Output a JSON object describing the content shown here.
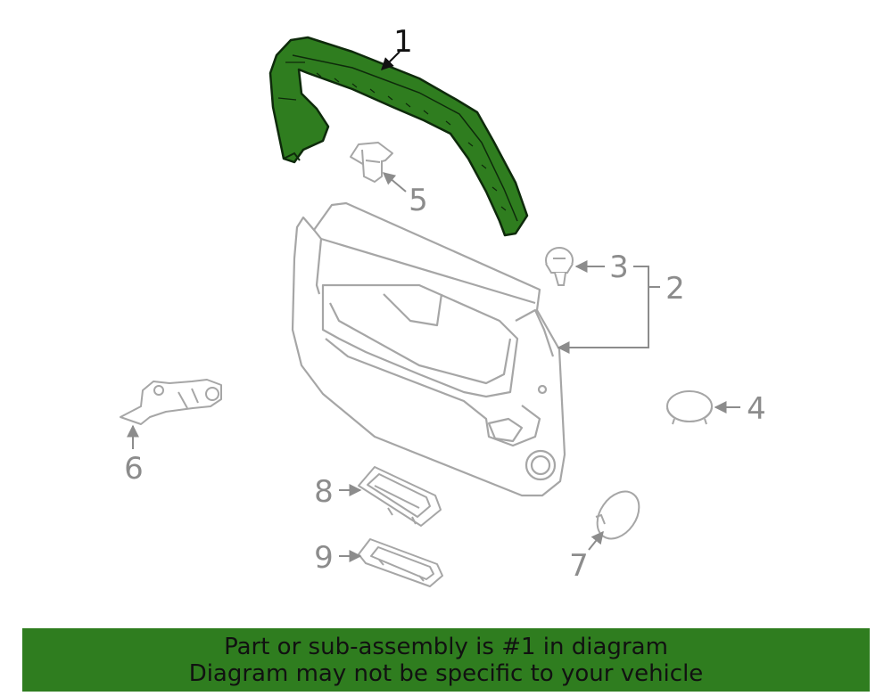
{
  "colors": {
    "highlight": "#2f7d1f",
    "highlight_stroke": "#0e2a0b",
    "line_gray": "#a6a6a6",
    "label_gray": "#8c8c8c",
    "banner_bg": "#2f7d1f",
    "banner_text": "#111111"
  },
  "callouts": {
    "c1": "1",
    "c2": "2",
    "c3": "3",
    "c4": "4",
    "c5": "5",
    "c6": "6",
    "c7": "7",
    "c8": "8",
    "c9": "9"
  },
  "banner": {
    "line1": "Part or sub-assembly is #1 in diagram",
    "line2": "Diagram may not be specific to your vehicle"
  }
}
